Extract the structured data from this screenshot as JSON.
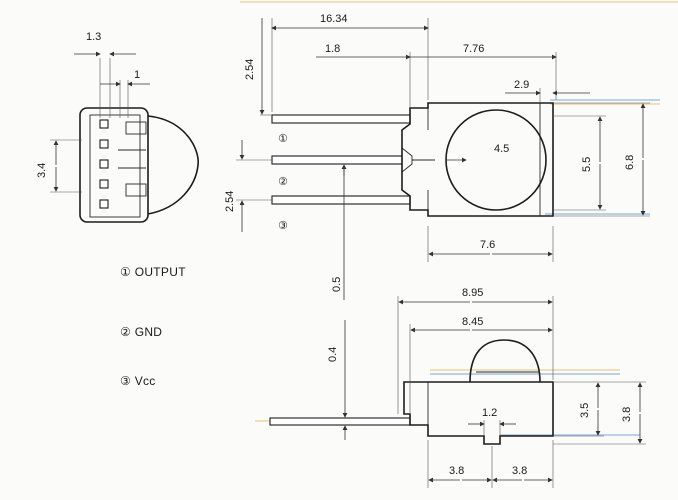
{
  "dimensions": {
    "top_width": "1.3",
    "top_lip": "1",
    "side_height": "3.4",
    "total_length": "16.34",
    "pin_offset": "1.8",
    "body_length": "7.76",
    "lens_offset": "2.9",
    "lens_dia": "4.5",
    "lens_height": "5.5",
    "body_height": "6.8",
    "body_base": "7.6",
    "pin_pitch_a": "2.54",
    "pin_pitch_b": "2.54",
    "pin_thickness": "0.5",
    "side_total": "8.95",
    "side_dome": "8.45",
    "side_gap": "0.4",
    "notch": "1.2",
    "side_h1": "3.5",
    "side_h2": "3.8",
    "base_left": "3.8",
    "base_right": "3.8"
  },
  "pin_markers": [
    "①",
    "②",
    "③"
  ],
  "legend": [
    "① OUTPUT",
    "② GND",
    "③ Vcc"
  ]
}
